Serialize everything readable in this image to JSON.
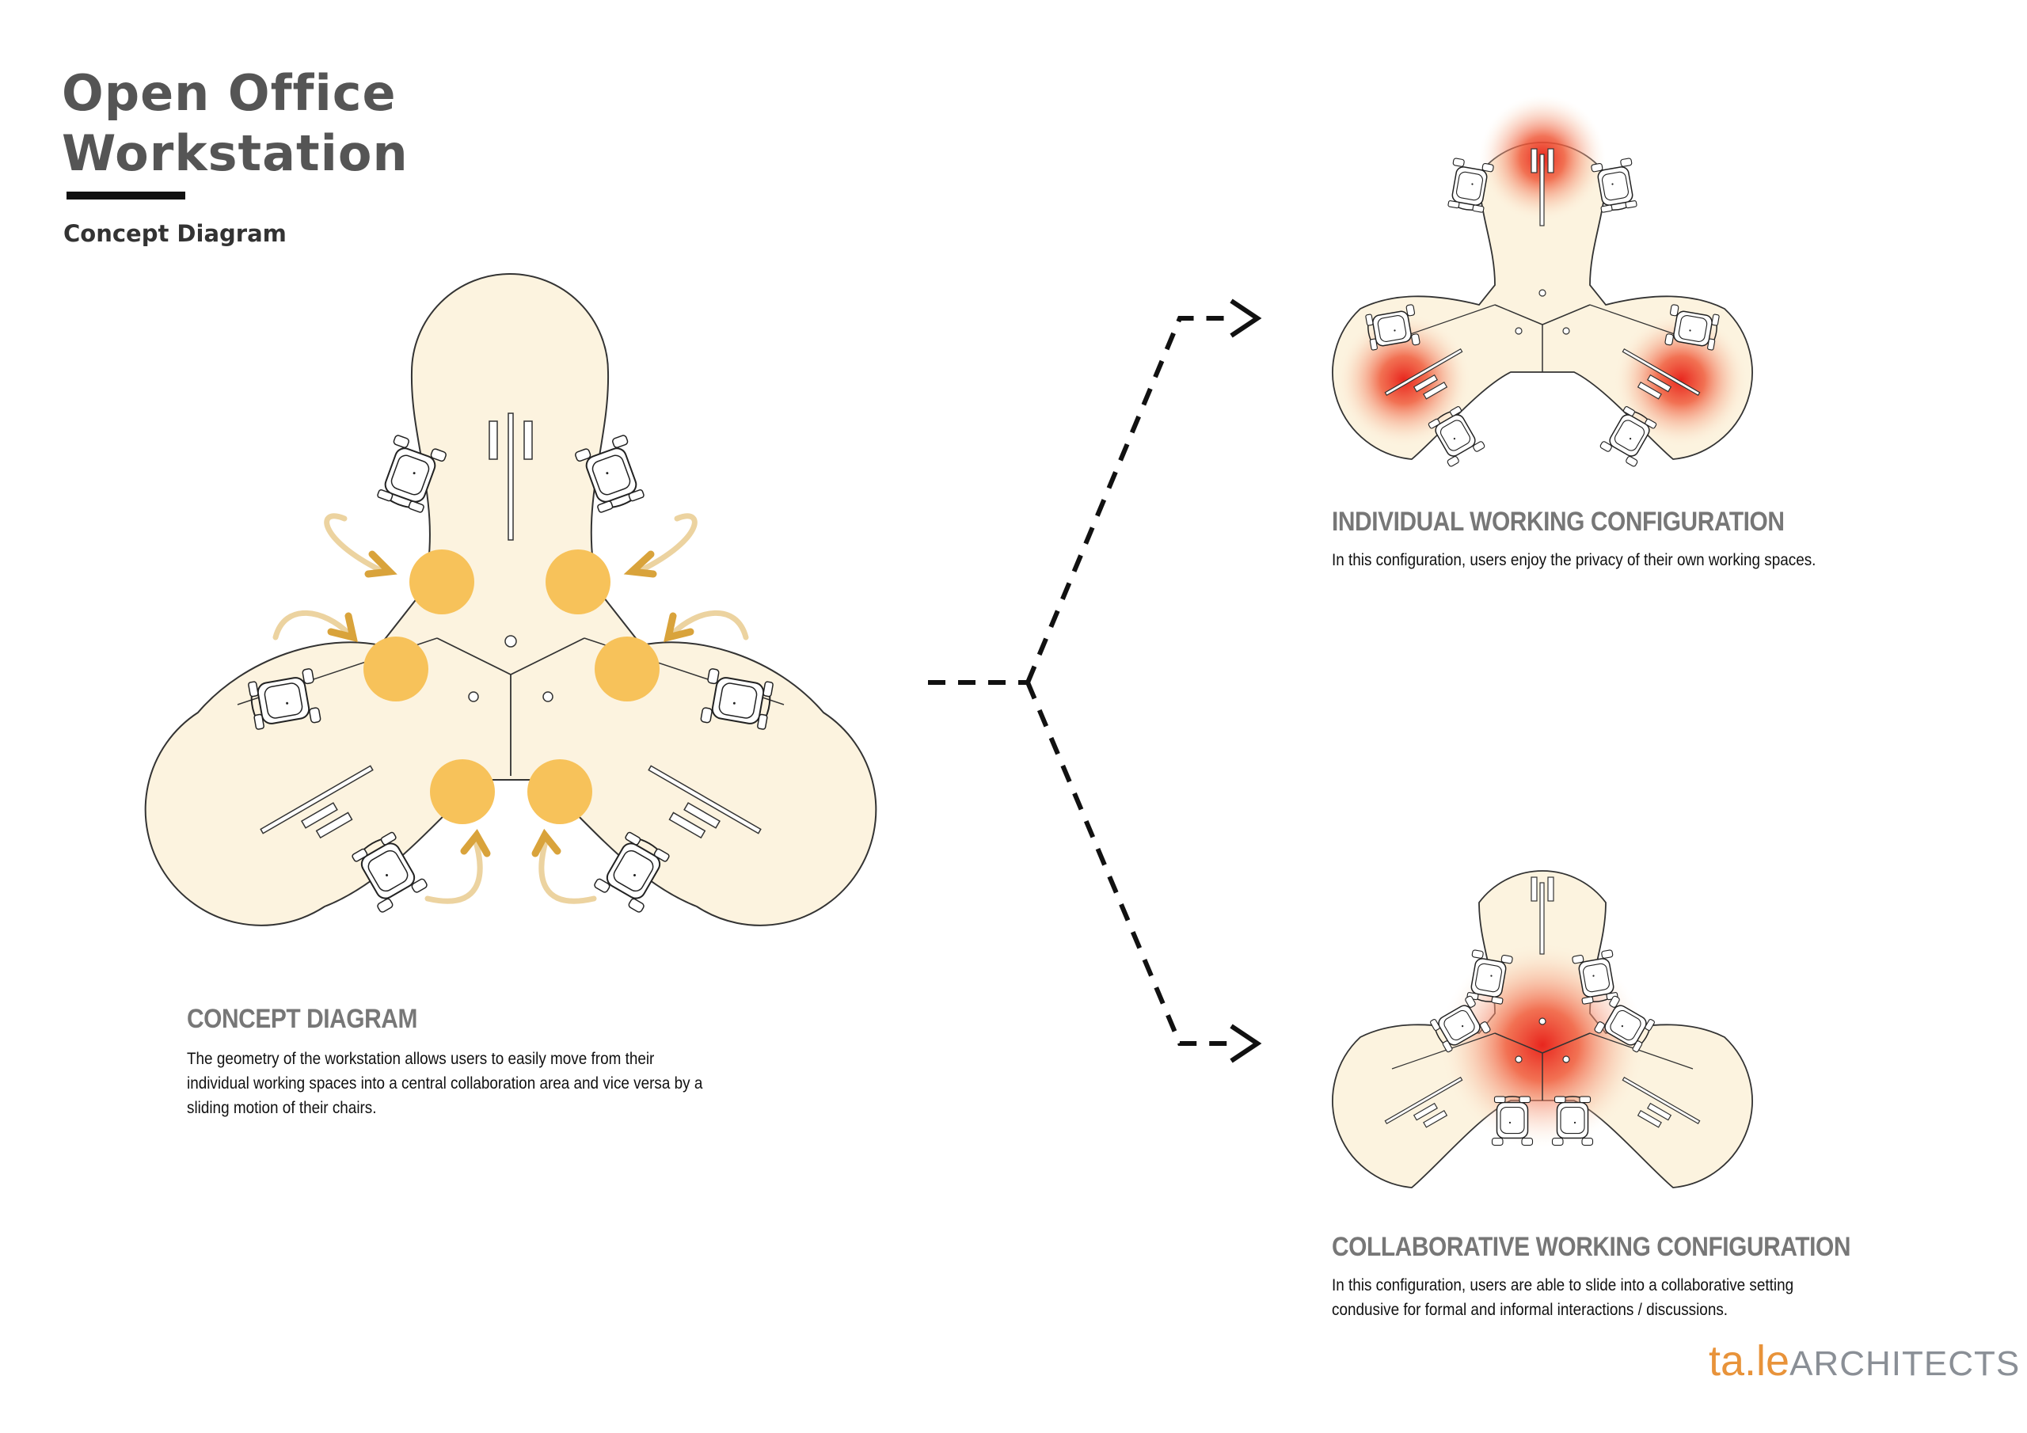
{
  "header": {
    "title_line1": "Open Office",
    "title_line2": "Workstation",
    "subtitle": "Concept Diagram"
  },
  "concept": {
    "heading": "CONCEPT DIAGRAM",
    "body_lines": [
      "The geometry of the workstation allows users to easily move from their",
      "individual working spaces into a central collaboration area and vice versa by a",
      "sliding motion of their chairs."
    ]
  },
  "individual": {
    "heading": "INDIVIDUAL WORKING CONFIGURATION",
    "body_lines": [
      "In this configuration, users enjoy the privacy of their own working spaces."
    ]
  },
  "collaborative": {
    "heading": "COLLABORATIVE WORKING CONFIGURATION",
    "body_lines": [
      "In this configuration, users are able to slide into a collaborative setting",
      "condusive for formal and informal interactions / discussions."
    ]
  },
  "logo": {
    "part1": "ta.le",
    "part2": "ARCHITECTS"
  },
  "colors": {
    "desk_fill": "#fcf3df",
    "seat_circle": "#f7c25a",
    "arrow_gold": "#d9a33b",
    "arrow_light": "#ecd3a0",
    "heat_red": "#e8261e",
    "heading_gray": "#777777",
    "logo_orange": "#e8933a",
    "logo_gray": "#8a8f96"
  }
}
